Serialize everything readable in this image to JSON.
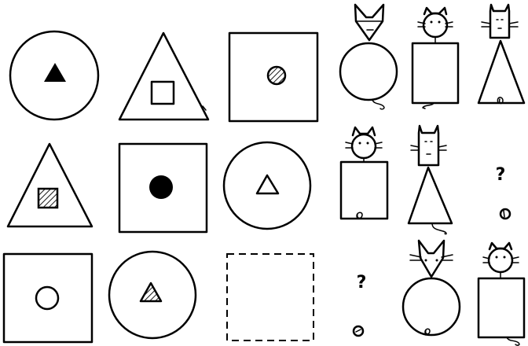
{
  "puzzles": [
    {
      "name": "shapes-puzzle",
      "cells": [
        {
          "outer": "circle",
          "inner": "triangle",
          "inner_fill": "solid"
        },
        {
          "outer": "triangle",
          "inner": "square",
          "inner_fill": "empty"
        },
        {
          "outer": "square",
          "inner": "circle",
          "inner_fill": "hatched"
        },
        {
          "outer": "triangle",
          "inner": "square",
          "inner_fill": "hatched"
        },
        {
          "outer": "square",
          "inner": "circle",
          "inner_fill": "solid"
        },
        {
          "outer": "circle",
          "inner": "triangle",
          "inner_fill": "empty"
        },
        {
          "outer": "square",
          "inner": "circle",
          "inner_fill": "empty"
        },
        {
          "outer": "circle",
          "inner": "triangle",
          "inner_fill": "hatched"
        },
        {
          "outer": "missing",
          "inner": "none",
          "inner_fill": "none"
        }
      ]
    },
    {
      "name": "cats-puzzle",
      "question_marks": [
        "?",
        "?"
      ]
    }
  ],
  "colors": {
    "ink": "#000000",
    "background": "#ffffff"
  }
}
